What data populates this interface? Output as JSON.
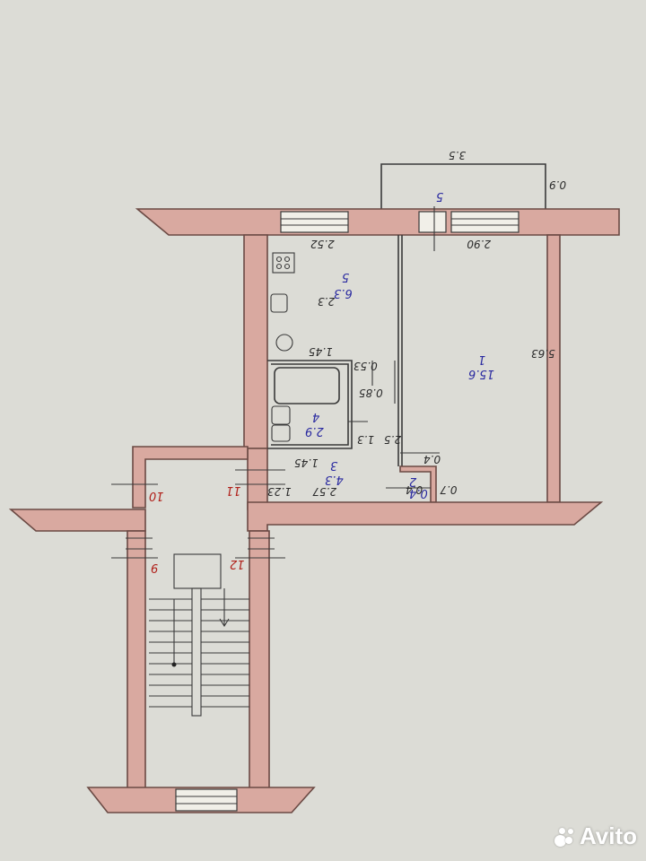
{
  "dimensions": {
    "balcony_width": "3.5",
    "balcony_depth": "0.9",
    "kitchen_width": "2.52",
    "room_width": "2.90",
    "kitchen_depth": "2.3",
    "room_depth": "5.63",
    "bath_width": "1.45",
    "bath_offset": "0.53",
    "bath_depth": "1.3",
    "closet_side": "0.85",
    "hall_length": "2.5",
    "hall_width": "2.57",
    "hall_entry": "1.45",
    "corridor": "1.23",
    "closet_a": "0.4",
    "closet_b": "0.7",
    "closet_c": "0.4"
  },
  "rooms": {
    "kitchen": {
      "num": "5",
      "area": "6.3"
    },
    "living": {
      "num": "1",
      "area": "15.6"
    },
    "bathroom": {
      "num": "4",
      "area": "2.9"
    },
    "hall": {
      "num": "3",
      "area": "4.3"
    },
    "closet": {
      "num": "2",
      "area": "0.4"
    },
    "balcony": {
      "num": "5"
    }
  },
  "stair_labels": {
    "a": "10",
    "b": "11",
    "c": "9",
    "d": "12"
  },
  "watermark": "Avito"
}
